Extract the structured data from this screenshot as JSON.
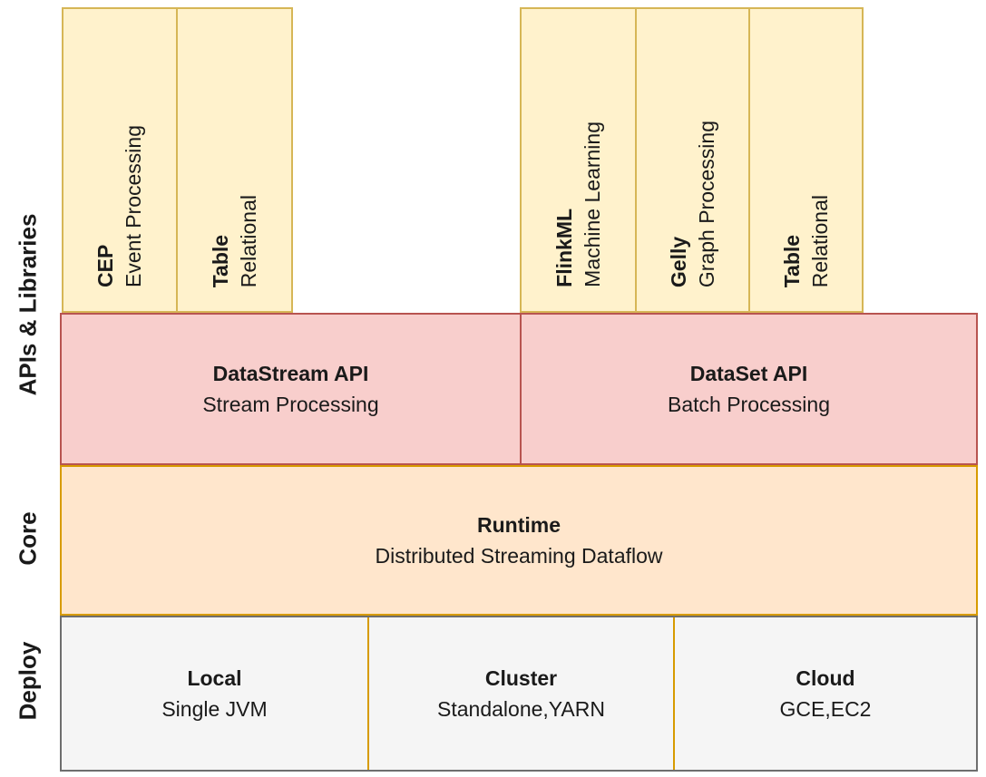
{
  "side_labels": {
    "apis_libraries": "APIs & Libraries",
    "core": "Core",
    "deploy": "Deploy"
  },
  "libraries": {
    "stream": [
      {
        "name": "CEP",
        "desc": "Event Processing"
      },
      {
        "name": "Table",
        "desc": "Relational"
      }
    ],
    "batch": [
      {
        "name": "FlinkML",
        "desc": "Machine Learning"
      },
      {
        "name": "Gelly",
        "desc": "Graph Processing"
      },
      {
        "name": "Table",
        "desc": "Relational"
      }
    ]
  },
  "api_layer": [
    {
      "title": "DataStream API",
      "subtitle": "Stream Processing"
    },
    {
      "title": "DataSet API",
      "subtitle": "Batch Processing"
    }
  ],
  "core_layer": {
    "title": "Runtime",
    "subtitle": "Distributed Streaming Dataflow"
  },
  "deploy_layer": [
    {
      "title": "Local",
      "subtitle": "Single JVM"
    },
    {
      "title": "Cluster",
      "subtitle": "Standalone,YARN"
    },
    {
      "title": "Cloud",
      "subtitle": "GCE,EC2"
    }
  ],
  "colors": {
    "library_fill": "#FFF2CC",
    "library_border": "#D6B656",
    "api_fill": "#F8CECC",
    "api_border": "#B85450",
    "core_fill": "#FFE6CC",
    "core_border": "#D79B00",
    "deploy_fill": "#F5F5F5",
    "deploy_border": "#6E6E6E",
    "text": "#1A1A1A"
  }
}
